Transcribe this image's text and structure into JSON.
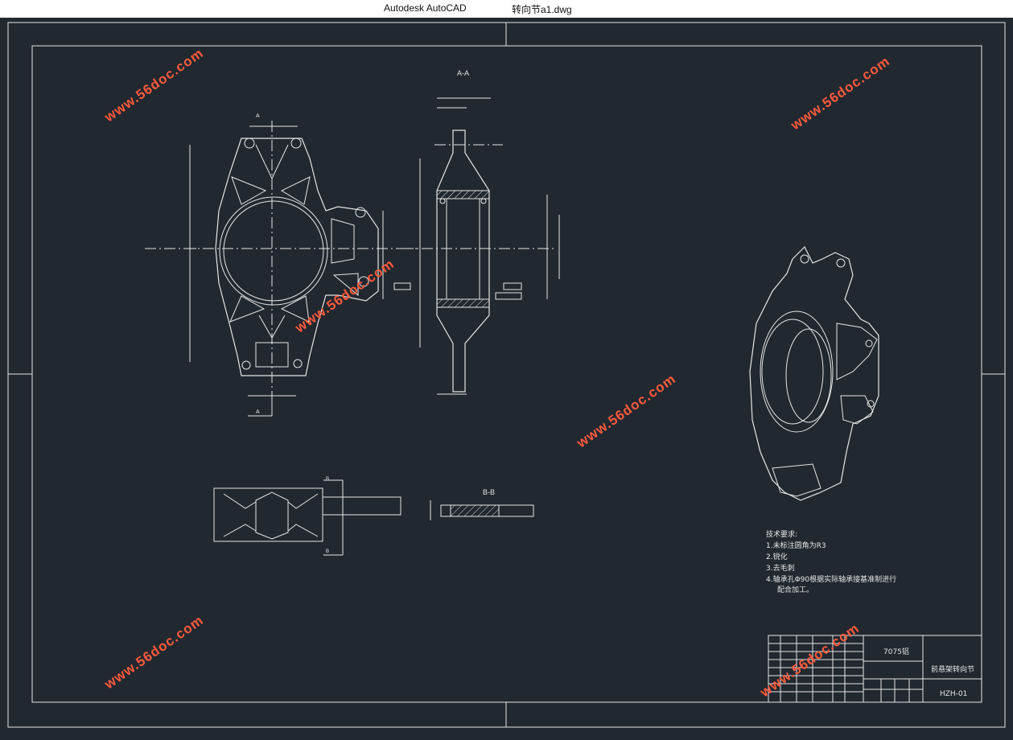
{
  "window": {
    "app_title": "Autodesk AutoCAD",
    "document_title": "转向节a1.dwg"
  },
  "drawing": {
    "section_aa_label": "A-A",
    "section_bb_label": "B-B",
    "section_marker_a": "A",
    "section_marker_b": "B",
    "technical_requirements": {
      "heading": "技术要求:",
      "items": [
        "1.未标注圆角为R3",
        "2.锐化",
        "3.去毛刺",
        "4.轴承孔Φ90根据实际轴承接基准制进行",
        "配合加工。"
      ]
    },
    "title_block": {
      "material": "7075铝",
      "part_name": "前悬架转向节",
      "drawing_number": "HZH-01"
    },
    "watermark": "www.56doc.com"
  },
  "colors": {
    "background": "#212830",
    "lines": "#e6e6e6",
    "watermark": "#ff5a3c",
    "titlebar": "#ffffff"
  }
}
